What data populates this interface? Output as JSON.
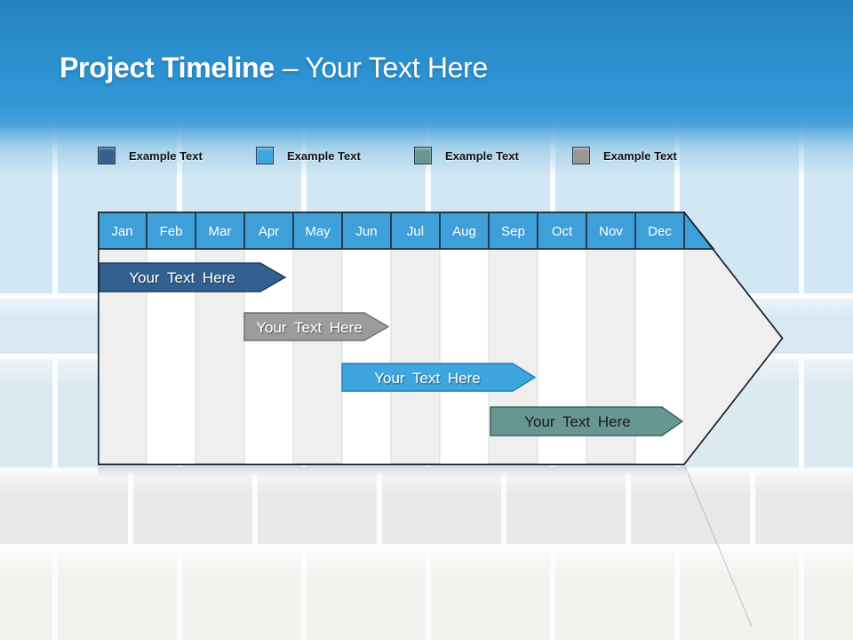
{
  "slide": {
    "title": {
      "bold": "Project Timeline",
      "rest": "– Your Text Here"
    },
    "legend": {
      "items": [
        {
          "label": "Example Text",
          "color": "#33618F"
        },
        {
          "label": "Example Text",
          "color": "#3EA5DD"
        },
        {
          "label": "Example Text",
          "color": "#689692"
        },
        {
          "label": "Example Text",
          "color": "#9C9690"
        }
      ]
    },
    "timeline": {
      "months": [
        "Jan",
        "Feb",
        "Mar",
        "Apr",
        "May",
        "Jun",
        "Jul",
        "Aug",
        "Sep",
        "Oct",
        "Nov",
        "Dec"
      ],
      "header_color": "#3F9FD8",
      "bars": [
        {
          "label": "Your Text Here",
          "color": "#33618F",
          "text_color": "#FFFFFF",
          "start_month": "Jan",
          "end_month": "Apr"
        },
        {
          "label": "Your Text Here",
          "color": "#9C9C9C",
          "text_color": "#FFFFFF",
          "start_month": "Apr",
          "end_month": "Jun"
        },
        {
          "label": "Your Text Here",
          "color": "#3EA5DD",
          "text_color": "#FFFFFF",
          "start_month": "Jun",
          "end_month": "Sep"
        },
        {
          "label": "Your Text Here",
          "color": "#689692",
          "text_color": "#1A1A1A",
          "start_month": "Sep",
          "end_month": "Dec"
        }
      ]
    }
  }
}
